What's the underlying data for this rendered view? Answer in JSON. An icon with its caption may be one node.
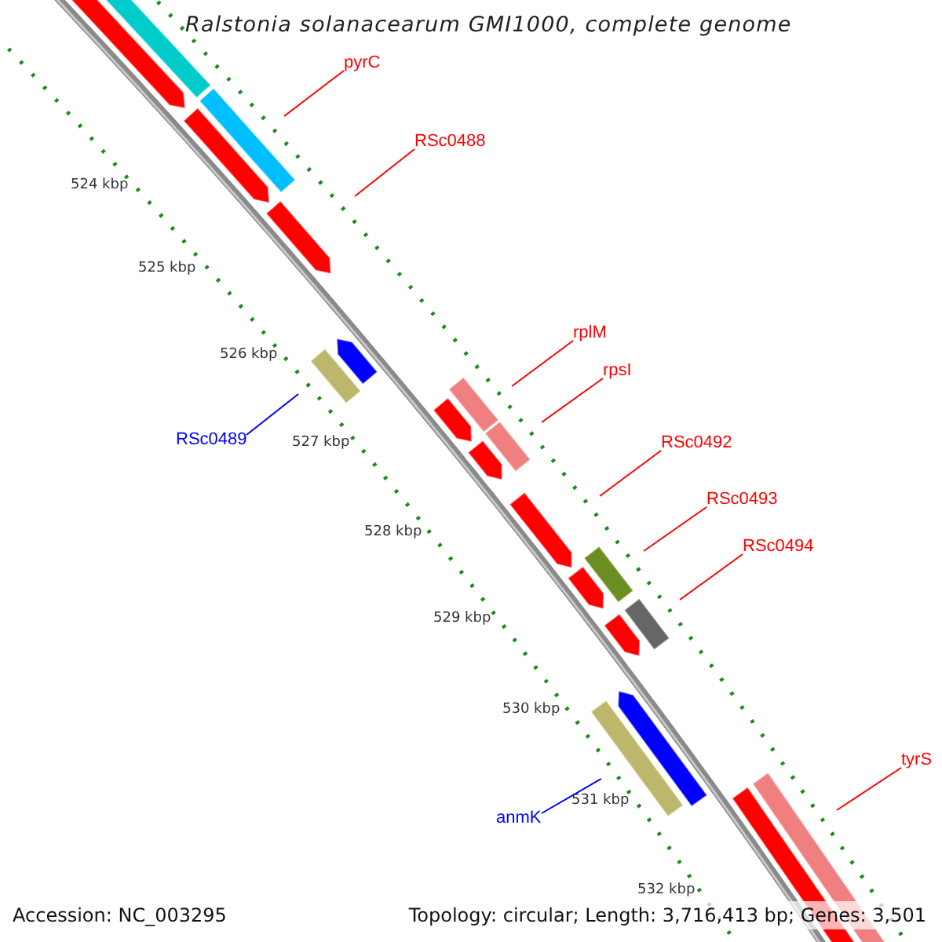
{
  "diagram": {
    "title": "Ralstonia solanacearum GMI1000, complete genome",
    "nodes": [
      {
        "text": [
          "pyrC"
        ]
      },
      {
        "text": [
          "RSc0488"
        ]
      },
      {
        "text": [
          "rplM"
        ]
      },
      {
        "text": [
          "rpsI"
        ]
      },
      {
        "text": [
          "RSc0489"
        ]
      },
      {
        "text": [
          "RSc0492"
        ]
      },
      {
        "text": [
          "RSc0493"
        ]
      },
      {
        "text": [
          "RSc0494"
        ]
      },
      {
        "text": [
          "anmK"
        ]
      },
      {
        "text": [
          "tyrS"
        ]
      }
    ],
    "edges": [
      {
        "from": 0,
        "to": null,
        "arrow": "none"
      },
      {
        "from": 1,
        "to": null,
        "arrow": "none"
      },
      {
        "from": 2,
        "to": null,
        "arrow": "none"
      },
      {
        "from": 3,
        "to": null,
        "arrow": "none"
      },
      {
        "from": 4,
        "to": null,
        "arrow": "none",
        "color": "#0000ff"
      },
      {
        "from": 5,
        "to": null,
        "arrow": "none"
      },
      {
        "from": 6,
        "to": null,
        "arrow": "none"
      },
      {
        "from": 7,
        "to": null,
        "arrow": "none"
      },
      {
        "from": 8,
        "to": null,
        "arrow": "none",
        "color": "#0000ff"
      },
      {
        "from": 9,
        "to": null,
        "arrow": "none"
      }
    ],
    "labels": [
      "524 kbp",
      "525 kbp",
      "526 kbp",
      "527 kbp",
      "528 kbp",
      "529 kbp",
      "530 kbp",
      "531 kbp",
      "532 kbp",
      "Accession: NC_003295",
      "Topology: circular; Length: 3,716,413 bp; Genes: 3,501"
    ]
  }
}
